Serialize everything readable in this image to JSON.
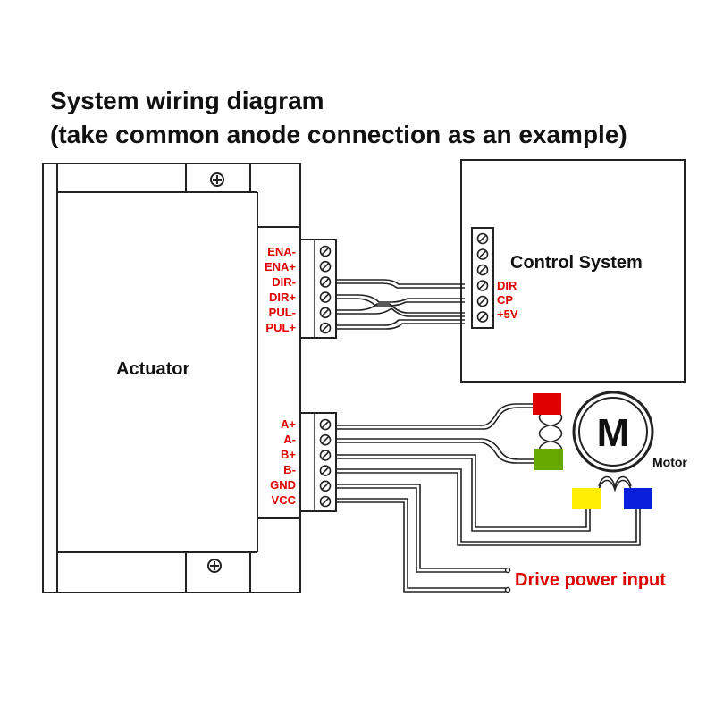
{
  "title": {
    "line1": "System wiring diagram",
    "line2": "(take common anode connection as an example)"
  },
  "actuator": {
    "label": "Actuator",
    "signal_pins": [
      "ENA-",
      "ENA+",
      "DIR-",
      "DIR+",
      "PUL-",
      "PUL+"
    ],
    "power_pins": [
      "A+",
      "A-",
      "B+",
      "B-",
      "GND",
      "VCC"
    ]
  },
  "control_system": {
    "label": "Control System",
    "pins": [
      "DIR",
      "CP",
      "+5V"
    ]
  },
  "motor": {
    "symbol": "M",
    "label": "Motor",
    "coil_colors": [
      "#e00000",
      "#66a800",
      "#ffee00",
      "#0a1fd9"
    ]
  },
  "power": {
    "label": "Drive power input",
    "label_color": "#e00000"
  },
  "colors": {
    "pin_text": "#e00000",
    "line": "#222222"
  },
  "icons": [
    "screw-icon",
    "terminal-screw-icon"
  ]
}
